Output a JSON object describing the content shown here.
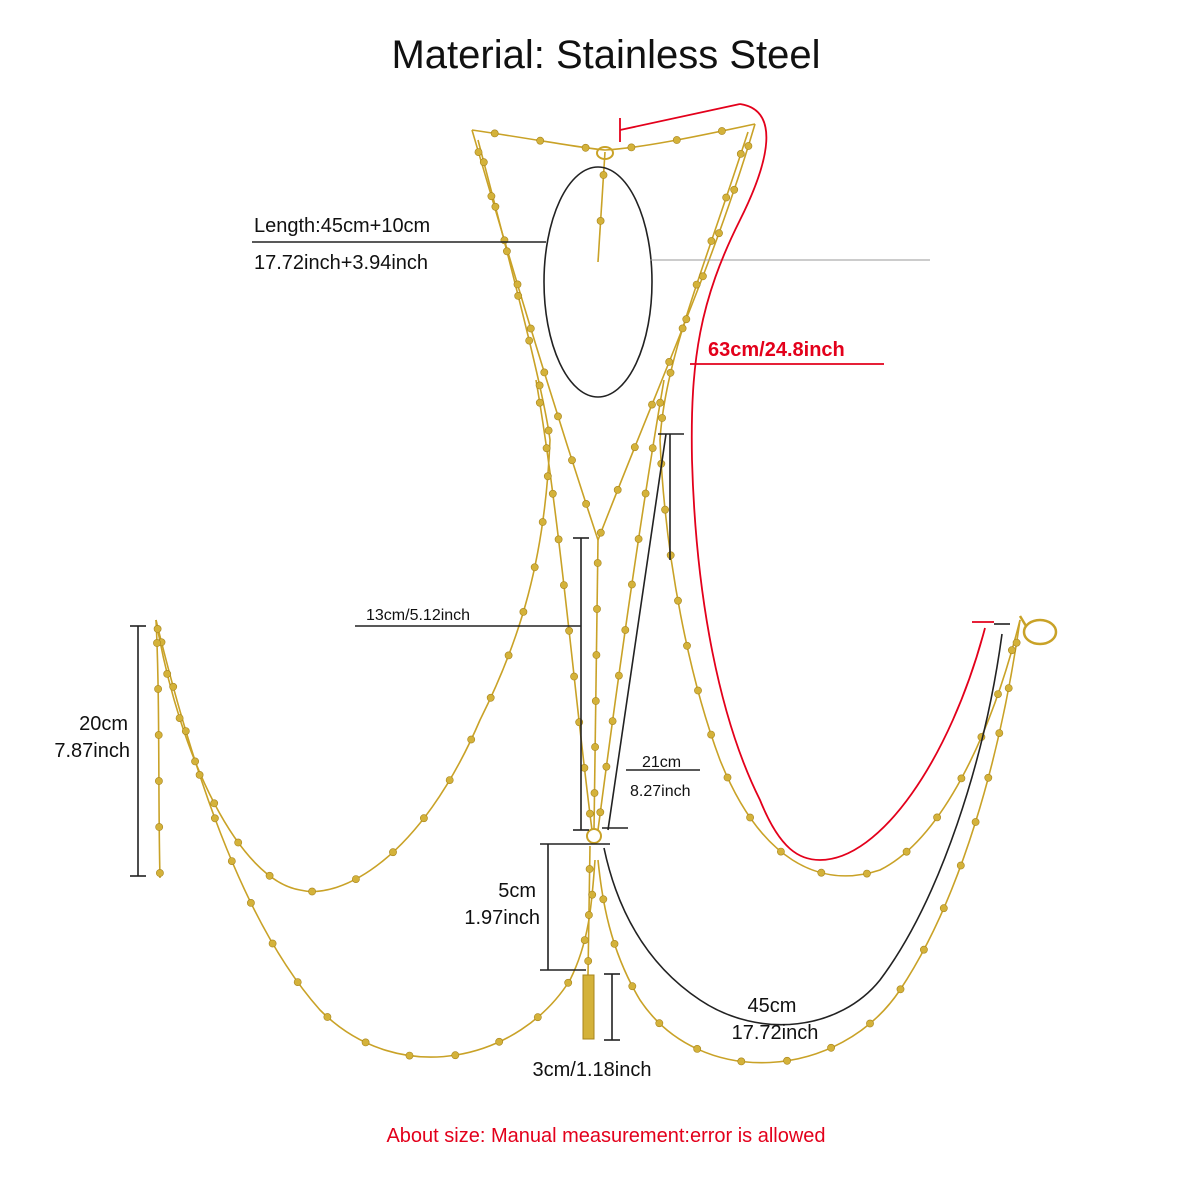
{
  "title": "Material: Stainless Steel",
  "labels": {
    "necklace_length_cm": "Length:45cm+10cm",
    "necklace_length_inch": "17.72inch+3.94inch",
    "total_length": "63cm/24.8inch",
    "center_drop": "13cm/5.12inch",
    "side_extender_cm": "20cm",
    "side_extender_inch": "7.87inch",
    "inner_loop_cm": "21cm",
    "inner_loop_inch": "8.27inch",
    "pendant_drop_cm": "5cm",
    "pendant_drop_inch": "1.97inch",
    "bar_length": "3cm/1.18inch",
    "outer_loop_cm": "45cm",
    "outer_loop_inch": "17.72inch"
  },
  "note": "About size: Manual measurement:error is allowed",
  "colors": {
    "chain": "#c9a227",
    "bead": "#d4b23a",
    "dimension": "#222222",
    "highlight": "#e3001b"
  }
}
